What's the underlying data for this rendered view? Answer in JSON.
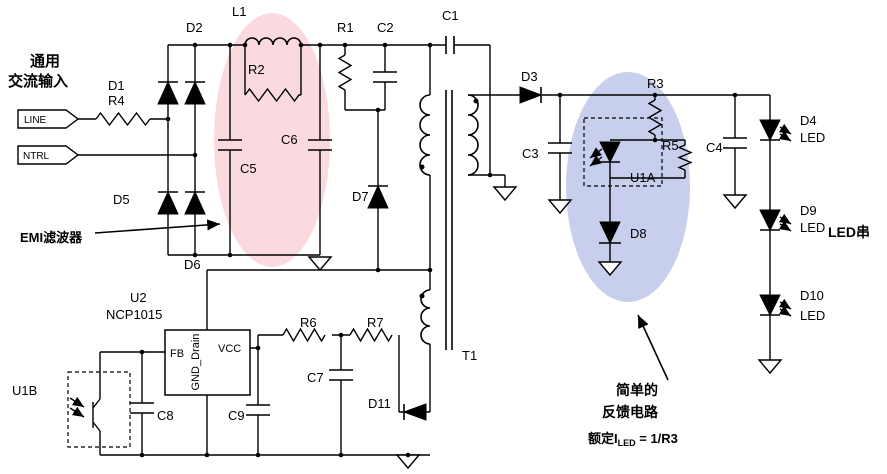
{
  "colors": {
    "emi_highlight": "#f8cdd3",
    "feedback_highlight": "#b2bce6",
    "wire": "#000000"
  },
  "input": {
    "title_line1": "通用",
    "title_line2": "交流输入",
    "line": "LINE",
    "neutral": "NTRL"
  },
  "ic": {
    "ref": "U2",
    "part": "NCP1015",
    "pin_fb": "FB",
    "pin_gnd_drain": "GND_Drain",
    "pin_vcc": "VCC"
  },
  "components": {
    "d1": "D1",
    "d2": "D2",
    "d3": "D3",
    "d5": "D5",
    "d6": "D6",
    "d7": "D7",
    "d8": "D8",
    "d11": "D11",
    "d4": "D4",
    "d9": "D9",
    "d10": "D10",
    "r1": "R1",
    "r2": "R2",
    "r3": "R3",
    "r4": "R4",
    "r5": "R5",
    "r6": "R6",
    "r7": "R7",
    "c1": "C1",
    "c2": "C2",
    "c3": "C3",
    "c4": "C4",
    "c5": "C5",
    "c6": "C6",
    "c7": "C7",
    "c8": "C8",
    "c9": "C9",
    "l1": "L1",
    "t1": "T1",
    "u1a": "U1A",
    "u1b": "U1B",
    "led_label": "LED"
  },
  "annotations": {
    "emi_filter": "EMI滤波器",
    "led_string": "LED串",
    "feedback_line1": "简单的",
    "feedback_line2": "反馈电路",
    "rated_prefix": "额定I",
    "rated_sub": "LED",
    "rated_eq": " = 1/R3"
  }
}
